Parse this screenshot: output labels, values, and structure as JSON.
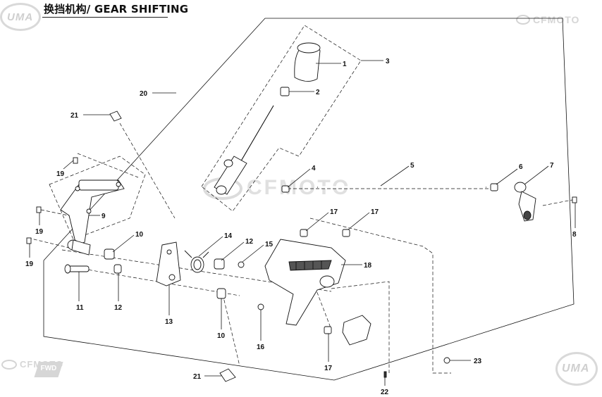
{
  "header": {
    "title": "换挡机构/ GEAR SHIFTING"
  },
  "watermarks": {
    "brand_left": "UMA",
    "brand_right": "UMA",
    "cfmoto_top_right": "CFMOTO",
    "cfmoto_center": "CFMOTO",
    "cfmoto_bottom_left": "CFMOTO",
    "fwd_badge": "FWD"
  },
  "callouts": [
    {
      "id": "c1",
      "label": "1"
    },
    {
      "id": "c2",
      "label": "2"
    },
    {
      "id": "c3",
      "label": "3"
    },
    {
      "id": "c4",
      "label": "4"
    },
    {
      "id": "c5",
      "label": "5"
    },
    {
      "id": "c6",
      "label": "6"
    },
    {
      "id": "c7",
      "label": "7"
    },
    {
      "id": "c8",
      "label": "8"
    },
    {
      "id": "c9",
      "label": "9"
    },
    {
      "id": "c10a",
      "label": "10"
    },
    {
      "id": "c10b",
      "label": "10"
    },
    {
      "id": "c11",
      "label": "11"
    },
    {
      "id": "c12a",
      "label": "12"
    },
    {
      "id": "c12b",
      "label": "12"
    },
    {
      "id": "c13",
      "label": "13"
    },
    {
      "id": "c14",
      "label": "14"
    },
    {
      "id": "c15",
      "label": "15"
    },
    {
      "id": "c16",
      "label": "16"
    },
    {
      "id": "c17a",
      "label": "17"
    },
    {
      "id": "c17b",
      "label": "17"
    },
    {
      "id": "c17c",
      "label": "17"
    },
    {
      "id": "c18",
      "label": "18"
    },
    {
      "id": "c19a",
      "label": "19"
    },
    {
      "id": "c19b",
      "label": "19"
    },
    {
      "id": "c19c",
      "label": "19"
    },
    {
      "id": "c20",
      "label": "20"
    },
    {
      "id": "c21a",
      "label": "21"
    },
    {
      "id": "c21b",
      "label": "21"
    },
    {
      "id": "c22",
      "label": "22"
    },
    {
      "id": "c23",
      "label": "23"
    }
  ]
}
